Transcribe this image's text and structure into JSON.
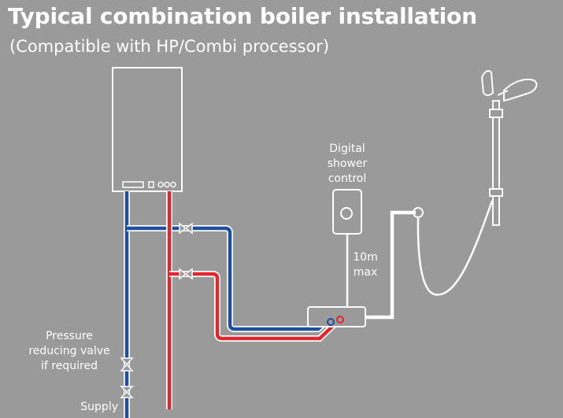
{
  "diagram": {
    "title": "Typical combination boiler installation",
    "subtitle": "(Compatible with HP/Combi processor)",
    "labels": {
      "digital_control_line1": "Digital",
      "digital_control_line2": "shower",
      "digital_control_line3": "control",
      "max_distance_line1": "10m",
      "max_distance_line2": "max",
      "pressure_line1": "Pressure",
      "pressure_line2": "reducing valve",
      "pressure_line3": "if required",
      "supply": "Supply"
    },
    "colors": {
      "background": "#9a9a9b",
      "cold_pipe": "#1e4fa0",
      "hot_pipe": "#e3262d",
      "outline": "#ffffff"
    }
  }
}
